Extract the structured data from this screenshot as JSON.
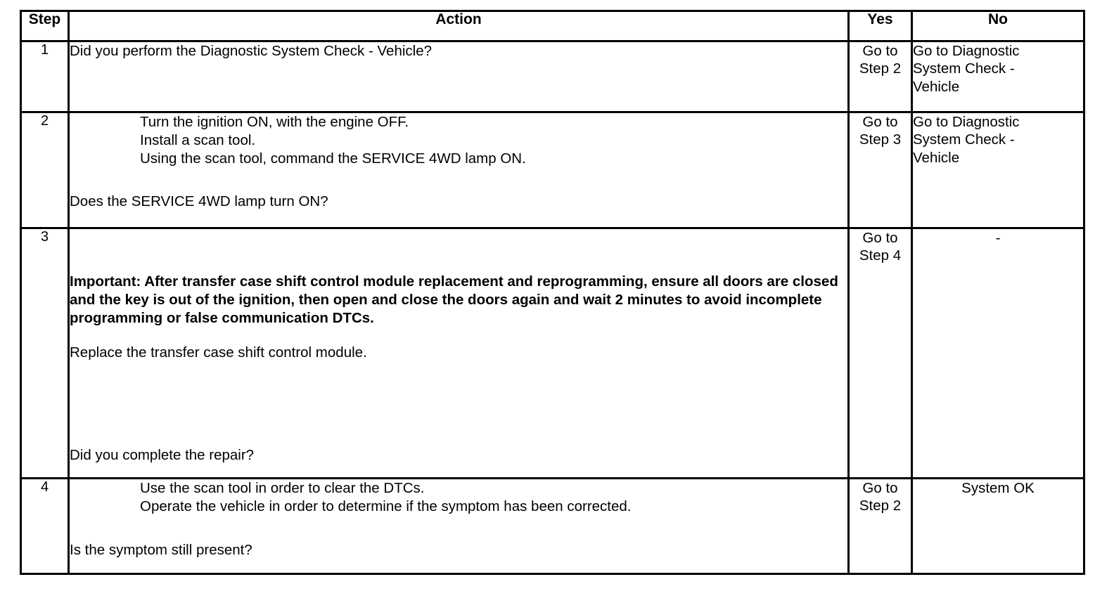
{
  "table": {
    "headers": {
      "step": "Step",
      "action": "Action",
      "yes": "Yes",
      "no": "No"
    },
    "rows": [
      {
        "step": "1",
        "action_lines": [
          {
            "text": "Did you perform the Diagnostic System Check - Vehicle?",
            "style": "plain"
          }
        ],
        "yes_lines": [
          "Go to",
          "Step 2"
        ],
        "no_lines": [
          "Go to Diagnostic",
          "System Check -",
          "Vehicle"
        ]
      },
      {
        "step": "2",
        "action_lines": [
          {
            "text": "Turn the ignition ON, with the engine OFF.",
            "style": "indent"
          },
          {
            "text": "Install a scan tool.",
            "style": "indent"
          },
          {
            "text": "Using the scan tool, command the SERVICE 4WD lamp ON.",
            "style": "indent"
          },
          {
            "text": "Does the SERVICE 4WD lamp turn ON?",
            "style": "plain"
          }
        ],
        "yes_lines": [
          "Go to",
          "Step 3"
        ],
        "no_lines": [
          "Go to Diagnostic",
          "System Check -",
          "Vehicle"
        ]
      },
      {
        "step": "3",
        "action_lines": [
          {
            "text": "Important: After transfer case shift control module replacement and reprogramming, ensure all doors are closed and the key is out of the ignition, then open and close the doors again and wait 2 minutes to avoid incomplete programming or false communication DTCs.",
            "style": "bold"
          },
          {
            "text": "Replace the transfer case shift control module.",
            "style": "plain"
          },
          {
            "text": "Did you complete the repair?",
            "style": "plain"
          }
        ],
        "yes_lines": [
          "Go to",
          "Step 4"
        ],
        "no_lines": [
          "-"
        ]
      },
      {
        "step": "4",
        "action_lines": [
          {
            "text": "Use the scan tool in order to clear the DTCs.",
            "style": "indent"
          },
          {
            "text": "Operate the vehicle in order to determine if the symptom has been corrected.",
            "style": "indent"
          },
          {
            "text": "Is the symptom still present?",
            "style": "plain"
          }
        ],
        "yes_lines": [
          "Go to",
          "Step 2"
        ],
        "no_lines": [
          "System OK"
        ]
      }
    ]
  },
  "colors": {
    "border": "#000000",
    "text": "#000000",
    "background": "#ffffff"
  }
}
